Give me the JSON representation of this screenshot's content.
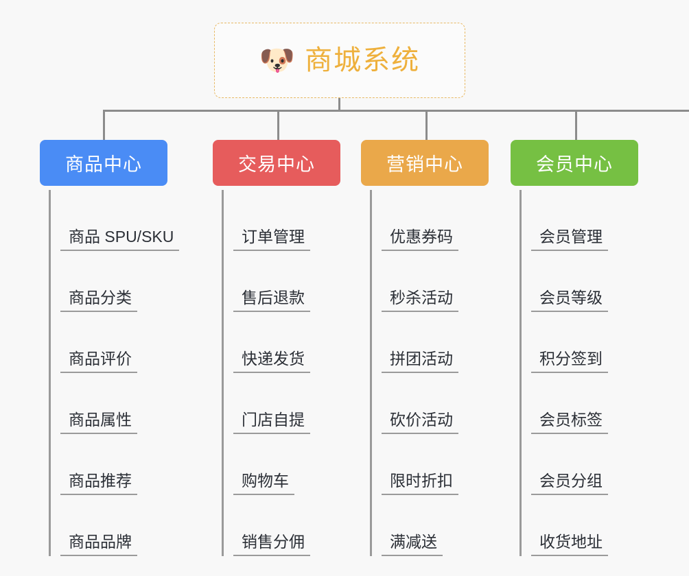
{
  "root": {
    "emoji": "🐶",
    "emoji_name": "shiba-dog-face-emoji",
    "title": "商城系统",
    "border_color": "#e8b964",
    "text_color": "#eeb03c"
  },
  "theme": {
    "background": "#f8f8f8",
    "connector_color": "#8c8c8c",
    "leaf_text_color": "#2b2f36",
    "leaf_rule_color": "#9a9a9a"
  },
  "columns": [
    {
      "category": "商品中心",
      "color": "#4a8cf5",
      "leaves": [
        "商品 SPU/SKU",
        "商品分类",
        "商品评价",
        "商品属性",
        "商品推荐",
        "商品品牌"
      ]
    },
    {
      "category": "交易中心",
      "color": "#e65c5c",
      "leaves": [
        "订单管理",
        "售后退款",
        "快递发货",
        "门店自提",
        "购物车",
        "销售分佣"
      ]
    },
    {
      "category": "营销中心",
      "color": "#eaa84a",
      "leaves": [
        "优惠券码",
        "秒杀活动",
        "拼团活动",
        "砍价活动",
        "限时折扣",
        "满减送"
      ]
    },
    {
      "category": "会员中心",
      "color": "#76c043",
      "leaves": [
        "会员管理",
        "会员等级",
        "积分签到",
        "会员标签",
        "会员分组",
        "收货地址"
      ]
    }
  ]
}
